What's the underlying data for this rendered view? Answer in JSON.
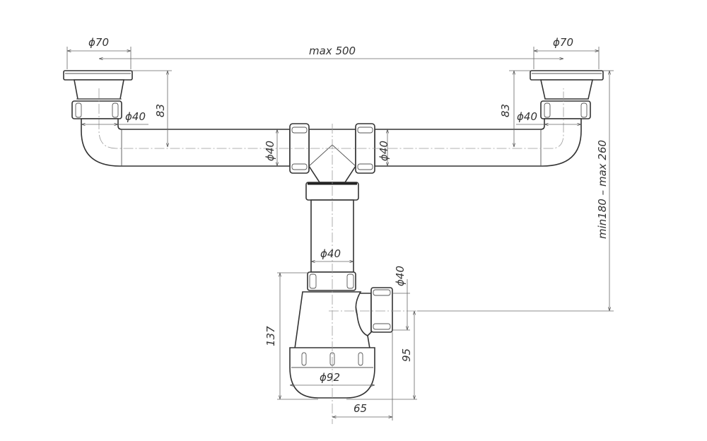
{
  "drawing": {
    "dimensions": {
      "strainer_left_diameter": "ϕ70",
      "strainer_right_diameter": "ϕ70",
      "max_width": "max 500",
      "left_height": "83",
      "right_height": "83",
      "left_outlet_diameter": "ϕ40",
      "right_outlet_diameter": "ϕ40",
      "left_pipe_diameter": "ϕ40",
      "right_pipe_diameter": "ϕ40",
      "vertical_pipe_diameter": "ϕ40",
      "side_outlet_diameter": "ϕ40",
      "total_height": "min180 – max 260",
      "trap_height": "137",
      "outlet_height": "95",
      "trap_diameter": "ϕ92",
      "outlet_offset": "65"
    }
  }
}
